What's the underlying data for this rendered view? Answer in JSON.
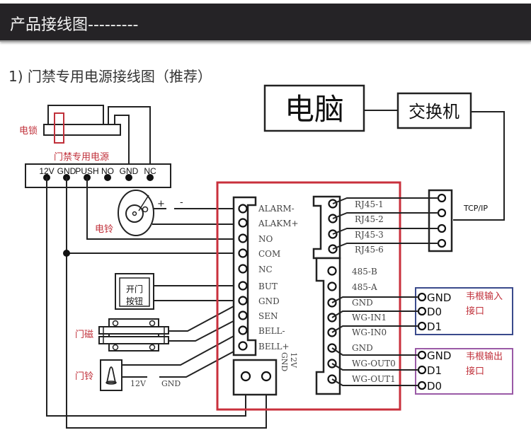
{
  "header": {
    "title": "产品接线图---------"
  },
  "section": {
    "title": "1)  门禁专用电源接线图（推荐）"
  },
  "colors": {
    "header_bg": "#252326",
    "controller_border": "#c9303c",
    "wiegand_in_border": "#3a4a8c",
    "wiegand_out_border": "#9a5aa6",
    "label_red": "#c0303a"
  },
  "devices": {
    "computer": "电脑",
    "switch": "交换机",
    "tcpip": "TCP/IP",
    "lock": "电锁",
    "power_supply": "门禁专用电源",
    "electric_bell": "电铃",
    "exit_button": [
      "开门",
      "按钮"
    ],
    "door_sensor": "门磁",
    "doorbell": "门铃",
    "doorbell_12v": "12V",
    "doorbell_gnd": "GND",
    "bell_plus": "+",
    "bell_minus": "-"
  },
  "power_terminals": [
    "12V",
    "GND",
    "PUSH",
    "NO",
    "GND",
    "NC"
  ],
  "controller": {
    "left_terminals": [
      "ALARM-",
      "ALAKM+",
      "NO",
      "COM",
      "NC",
      "BUT",
      "GND",
      "SEN",
      "BELL-",
      "BELL+"
    ],
    "power_terminals": [
      "12V",
      "GND"
    ],
    "rj45_terminals": [
      "RJ45-1",
      "RJ45-2",
      "RJ45-3",
      "RJ45-6"
    ],
    "right_terminals": [
      "485-B",
      "485-A",
      "GND",
      "WG-IN1",
      "WG-IN0",
      "GND",
      "WG-OUT0",
      "WG-OUT1"
    ]
  },
  "wiegand_input": {
    "title": [
      "韦根输入",
      "接口"
    ],
    "pins": [
      "GND",
      "D0",
      "D1"
    ]
  },
  "wiegand_output": {
    "title": [
      "韦根输出",
      "接口"
    ],
    "pins": [
      "GND",
      "D1",
      "D0"
    ]
  }
}
